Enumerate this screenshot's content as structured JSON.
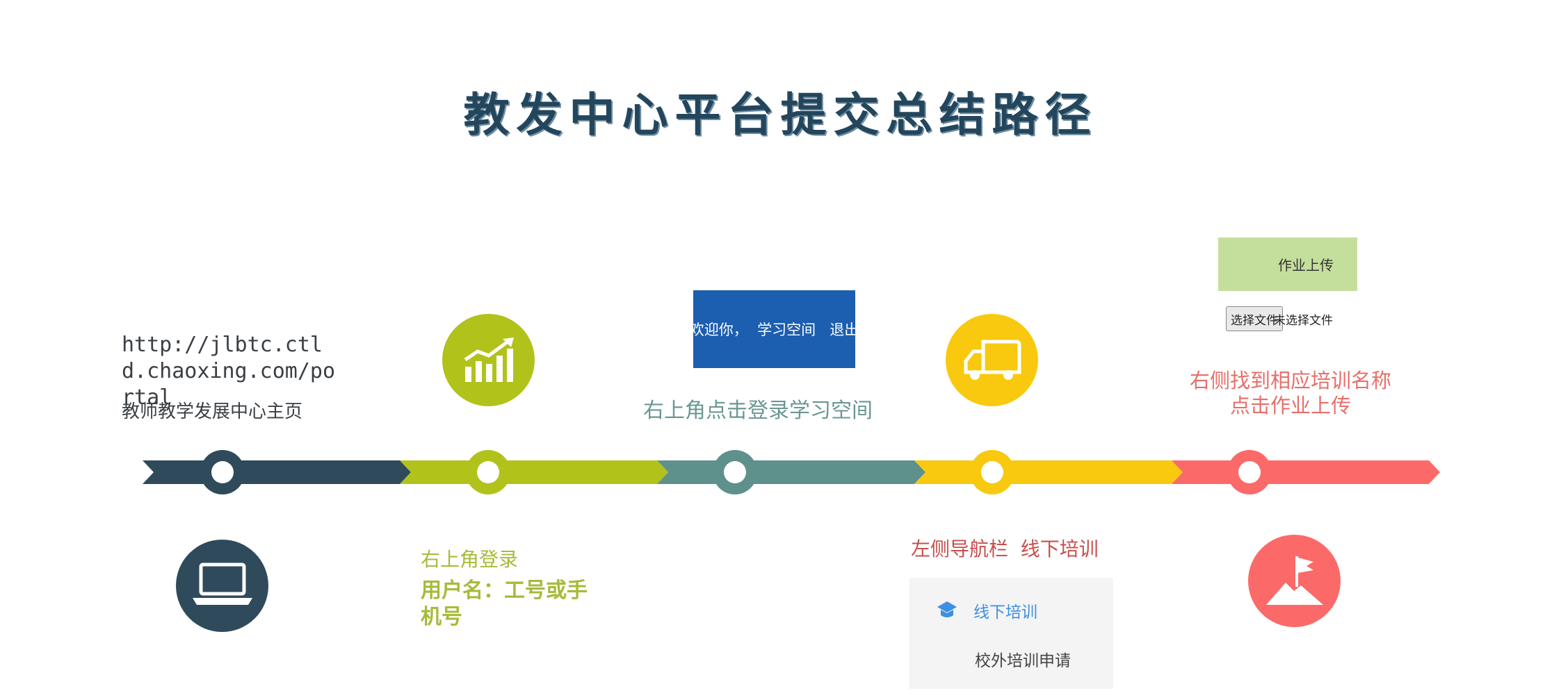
{
  "title": "教发中心平台提交总结路径",
  "colors": {
    "step1": "#2f4a5b",
    "step2": "#b1c21b",
    "step3": "#5f918c",
    "step4": "#f8c90e",
    "step5": "#fb6a68"
  },
  "steps": {
    "portal": {
      "url": "http://jlbtc.ctld.chaoxing.com/portal",
      "caption": "教师教学发展中心主页",
      "icon": "laptop-icon"
    },
    "login": {
      "title": "右上角登录",
      "username": "用户名：工号或手机号",
      "icon": "growth-chart-icon"
    },
    "space": {
      "welcome_bar": "欢迎你，  学习空间   退出",
      "caption": "右上角点击登录学习空间"
    },
    "nav": {
      "caption": "左侧导航栏  线下培训",
      "item_offline": "线下培训",
      "item_apply": "校外培训申请",
      "icon": "truck-icon"
    },
    "upload": {
      "upload_button": "作业上传",
      "choose_file": "选择文件",
      "no_file": "未选择文件",
      "caption": "右侧找到相应培训名称\n点击作业上传",
      "icon": "flag-mountain-icon"
    }
  }
}
